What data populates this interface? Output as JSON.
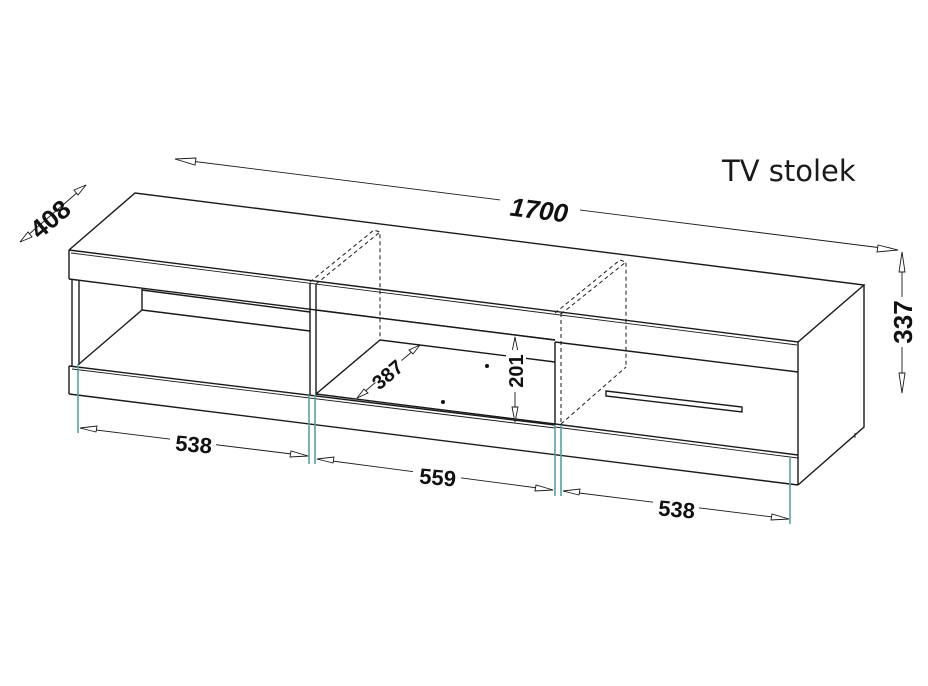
{
  "title": "TV stolek",
  "dimensions": {
    "width": "1700",
    "depth": "408",
    "height": "337",
    "compartment_left": "538",
    "compartment_middle": "559",
    "compartment_right": "538",
    "inner_depth": "387",
    "inner_height": "201"
  }
}
